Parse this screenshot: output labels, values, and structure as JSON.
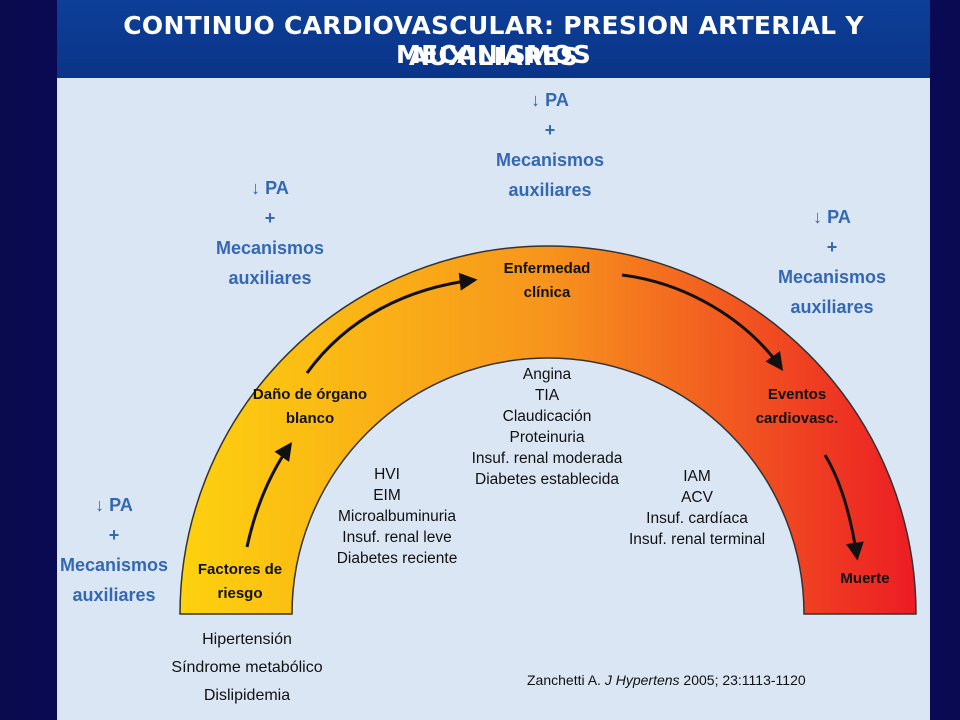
{
  "title": {
    "line1": "CONTINUO CARDIOVASCULAR: PRESION ARTERIAL Y MECANISMOS",
    "line2": "AUXILIARES"
  },
  "intervention_notes": [
    {
      "lines": [
        "↓ PA",
        "+",
        "Mecanismos",
        "auxiliares"
      ]
    },
    {
      "lines": [
        "↓ PA",
        "+",
        "Mecanismos",
        "auxiliares"
      ]
    },
    {
      "lines": [
        "↓ PA",
        "+",
        "Mecanismos",
        "auxiliares"
      ]
    },
    {
      "lines": [
        "↓ PA",
        "+",
        "Mecanismos",
        "auxiliares"
      ]
    }
  ],
  "stages": [
    {
      "lines": [
        "Factores de",
        "riesgo"
      ]
    },
    {
      "lines": [
        "Daño de órgano",
        "blanco"
      ]
    },
    {
      "lines": [
        "Enfermedad",
        "clínica"
      ]
    },
    {
      "lines": [
        "Eventos",
        "cardiovasc."
      ]
    },
    {
      "lines": [
        "Muerte"
      ]
    }
  ],
  "condition_lists": {
    "risk_factors": [
      "Hipertensión",
      "Síndrome metabólico",
      "Dislipidemia"
    ],
    "organ_damage": [
      "HVI",
      "EIM",
      "Microalbuminuria",
      "Insuf. renal leve",
      "Diabetes reciente"
    ],
    "clinical_disease": [
      "Angina",
      "TIA",
      "Claudicación",
      "Proteinuria",
      "Insuf. renal moderada",
      "Diabetes establecida"
    ],
    "cv_events": [
      "IAM",
      "ACV",
      "Insuf. cardíaca",
      "Insuf. renal terminal"
    ]
  },
  "citation": {
    "author": "Zanchetti A.",
    "journal": "J Hypertens",
    "details": "2005; 23:1113-1120"
  },
  "colors": {
    "arc_start": "#fdd20e",
    "arc_mid": "#f7941d",
    "arc_end": "#ec1c24",
    "note_text": "#3468b2",
    "header_bg": "#0d3f98",
    "panel_bg": "#dbe6f5"
  }
}
